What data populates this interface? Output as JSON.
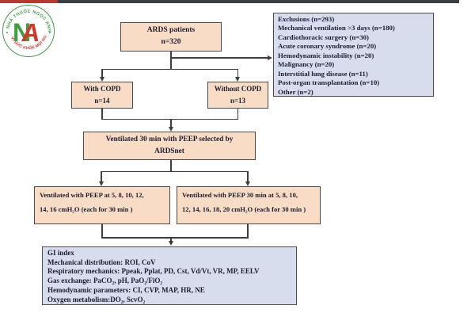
{
  "watermark": {
    "top_arc_text": "NHÀ THUỐC NGỌC ANH",
    "bottom_arc_text": "VÌ SỨC KHỎE MỌI NGƯỜI",
    "letter_n": "N",
    "letter_a": "A",
    "green": "#3f9e42",
    "red": "#d4372e"
  },
  "decor": {
    "red_bar_color": "#b23a32",
    "dark_bar_color": "#3a3f44",
    "box_border_color": "#4b4b4b",
    "peach_fill": "#f8dcc6",
    "blue_fill": "#d8ddee",
    "line_color": "#3e3e3e"
  },
  "flowchart": {
    "ards": {
      "line1": "ARDS patients",
      "line2": "n=320"
    },
    "exclusions": {
      "lines": [
        "Exclusions (n=293)",
        "Mechanical ventilation >3 days (n=180)",
        "Cardiothoracic surgery (n=30)",
        "Acute coronary syndrome (n=20)",
        "Hemodynamic instability (n=20)",
        "Malignancy (n=20)",
        "Interstitial lung disease (n=11)",
        "Post-organ transplantation (n=10)",
        "Other (n=2)"
      ]
    },
    "with_copd": {
      "line1": "With COPD",
      "line2": "n=14"
    },
    "without_copd": {
      "line1": "Without COPD",
      "line2": "n=13"
    },
    "ardsnet": {
      "line1": "Ventilated 30 min with PEEP selected by",
      "line2": "ARDSnet"
    },
    "peep_left": {
      "line1": "Ventilated with PEEP at 5, 8, 10, 12,",
      "line2": "14, 16 cmH₂O (each for 30 min )"
    },
    "peep_right": {
      "line1": "Ventilated with PEEP 30 min at 5, 8, 10,",
      "line2": "12, 14, 16, 18, 20 cmH₂O (each for 30 min )"
    },
    "outcomes": {
      "lines": [
        "GI index",
        "Mechanical distribution:  ROI, CoV",
        "Respiratory mechanics: Ppeak, Pplat, PD, Cst, Vd/Vt, VR, MP, EELV",
        "Gas exchange: PaCO₂, pH, PaO₂/FiO₂",
        "Hemodynamic parameters: CI, CVP, MAP, HR, NE",
        "Oxygen metabolism:DO₂,  ScvO₂"
      ]
    }
  }
}
